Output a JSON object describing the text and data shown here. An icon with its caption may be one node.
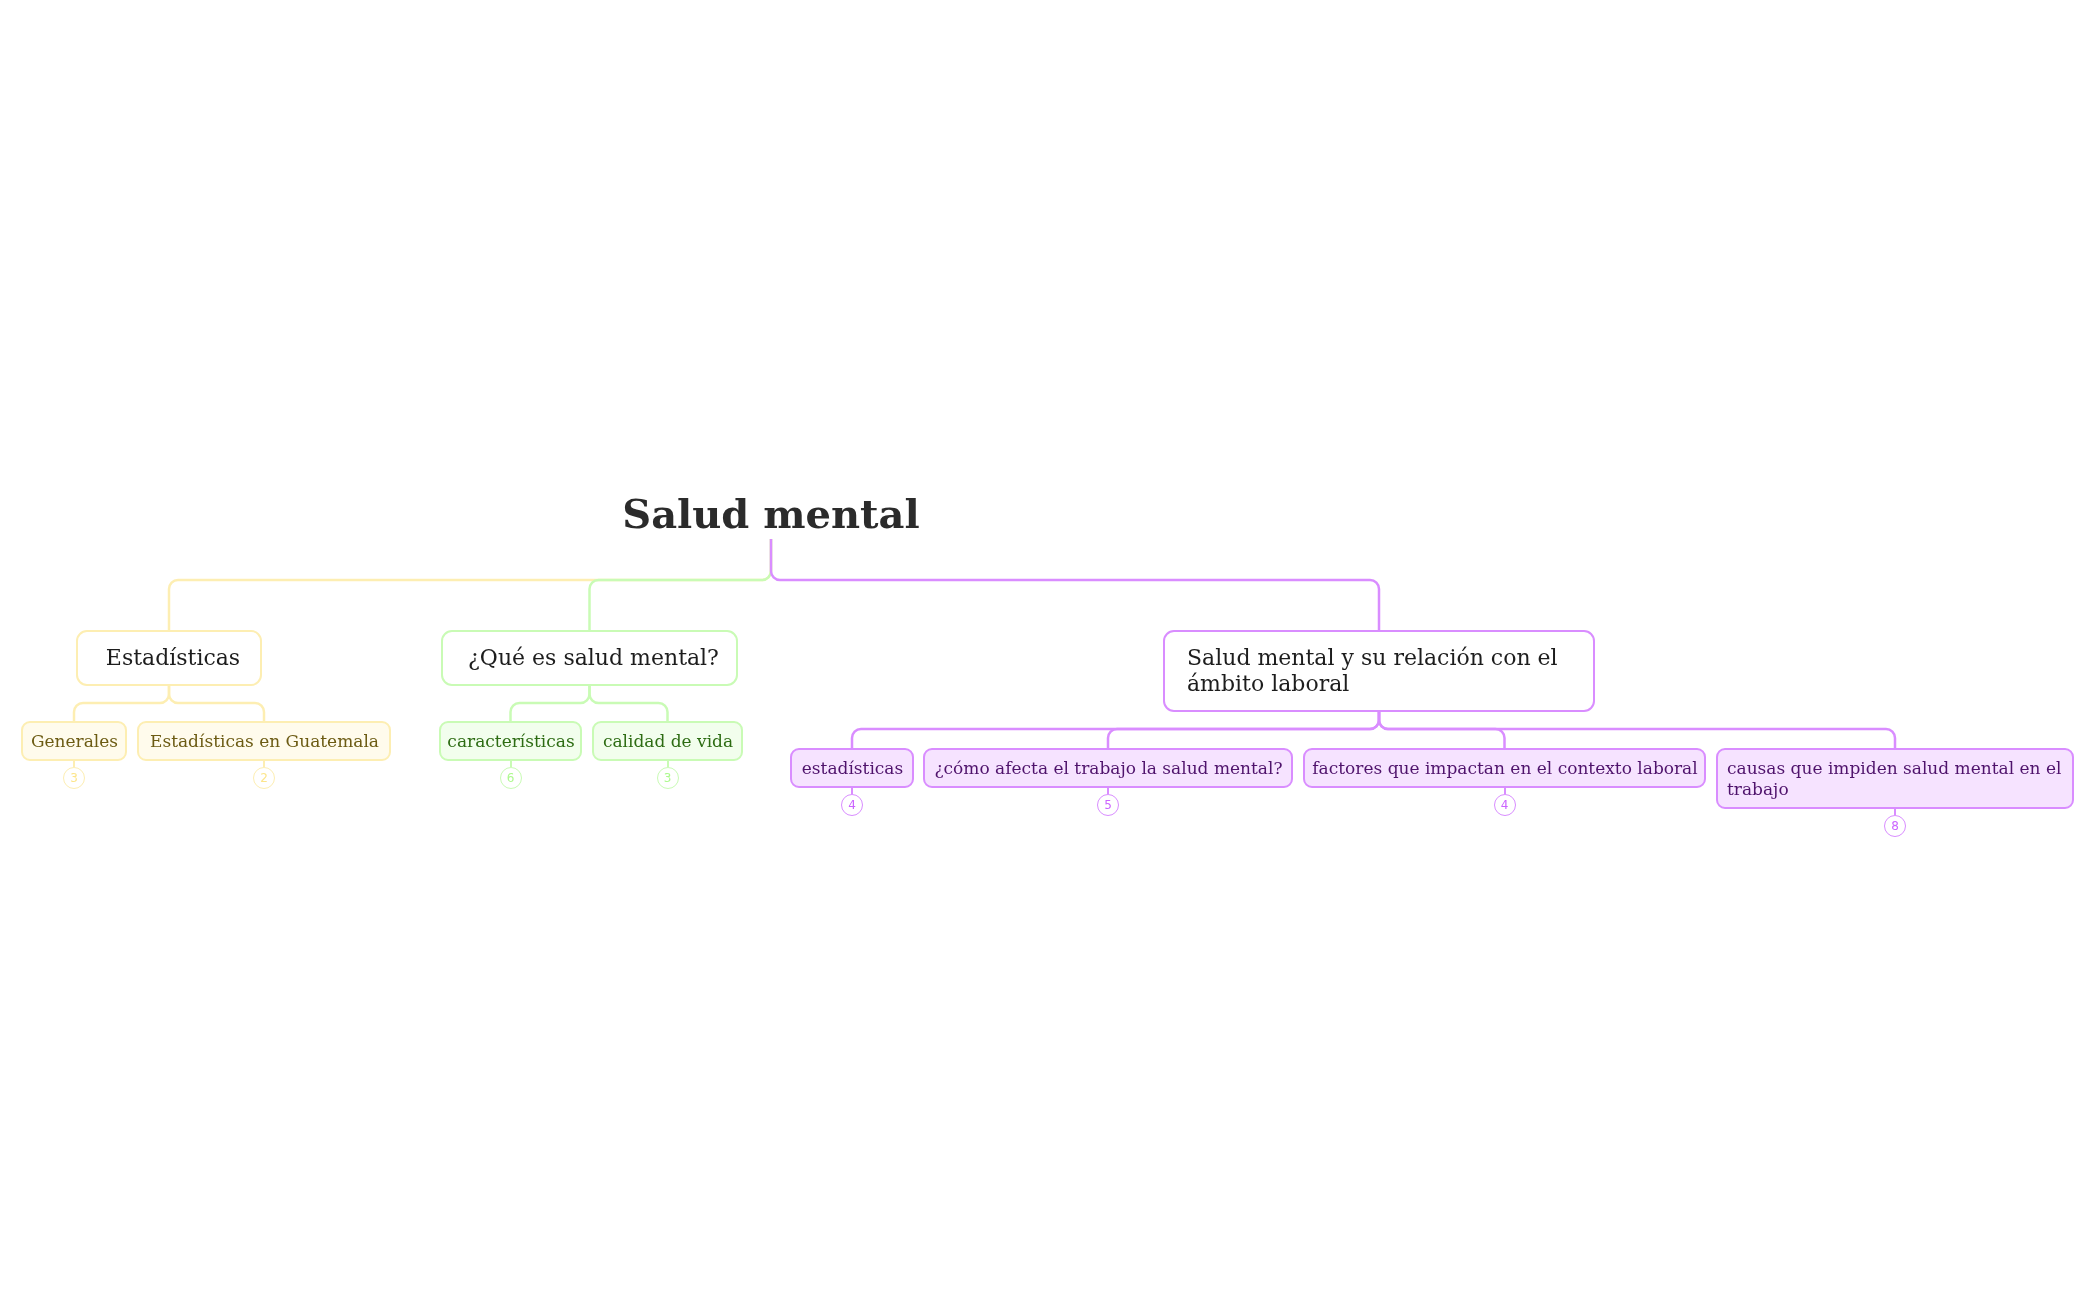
{
  "diagram": {
    "nodes": [
      {
        "text": [
          "Salud mental"
        ]
      },
      {
        "text": [
          "Estadísticas"
        ]
      },
      {
        "text": [
          "¿Qué es salud mental?"
        ]
      },
      {
        "text": [
          "Salud mental y su relación con el ámbito laboral"
        ]
      },
      {
        "text": [
          "Generales"
        ],
        "beside": [
          "3"
        ]
      },
      {
        "text": [
          "Estadísticas en Guatemala"
        ],
        "beside": [
          "2"
        ]
      },
      {
        "text": [
          "características"
        ],
        "beside": [
          "6"
        ]
      },
      {
        "text": [
          "calidad de vida"
        ],
        "beside": [
          "3"
        ]
      },
      {
        "text": [
          "estadísticas"
        ],
        "beside": [
          "4"
        ]
      },
      {
        "text": [
          "¿cómo afecta el trabajo la salud mental?"
        ],
        "beside": [
          "5"
        ]
      },
      {
        "text": [
          "factores que impactan en el contexto laboral"
        ],
        "beside": [
          "4"
        ]
      },
      {
        "text": [
          "causas que impiden salud mental en el trabajo"
        ],
        "beside": [
          "8"
        ]
      }
    ],
    "edges": [
      {
        "from": 0,
        "to": 1,
        "arrow": "none",
        "color": "#fdeeb2"
      },
      {
        "from": 0,
        "to": 2,
        "arrow": "none",
        "color": "#c9fbb5"
      },
      {
        "from": 0,
        "to": 3,
        "arrow": "none"
      },
      {
        "from": 1,
        "to": 4,
        "arrow": "none",
        "color": "#fdeeb2"
      },
      {
        "from": 1,
        "to": 5,
        "arrow": "none",
        "color": "#fdeeb2"
      },
      {
        "from": 2,
        "to": 6,
        "arrow": "none",
        "color": "#c9fbb5"
      },
      {
        "from": 2,
        "to": 7,
        "arrow": "none",
        "color": "#c9fbb5"
      },
      {
        "from": 3,
        "to": 8,
        "arrow": "none"
      },
      {
        "from": 3,
        "to": 9,
        "arrow": "none"
      },
      {
        "from": 3,
        "to": 10,
        "arrow": "none"
      },
      {
        "from": 3,
        "to": 11,
        "arrow": "none"
      }
    ]
  }
}
